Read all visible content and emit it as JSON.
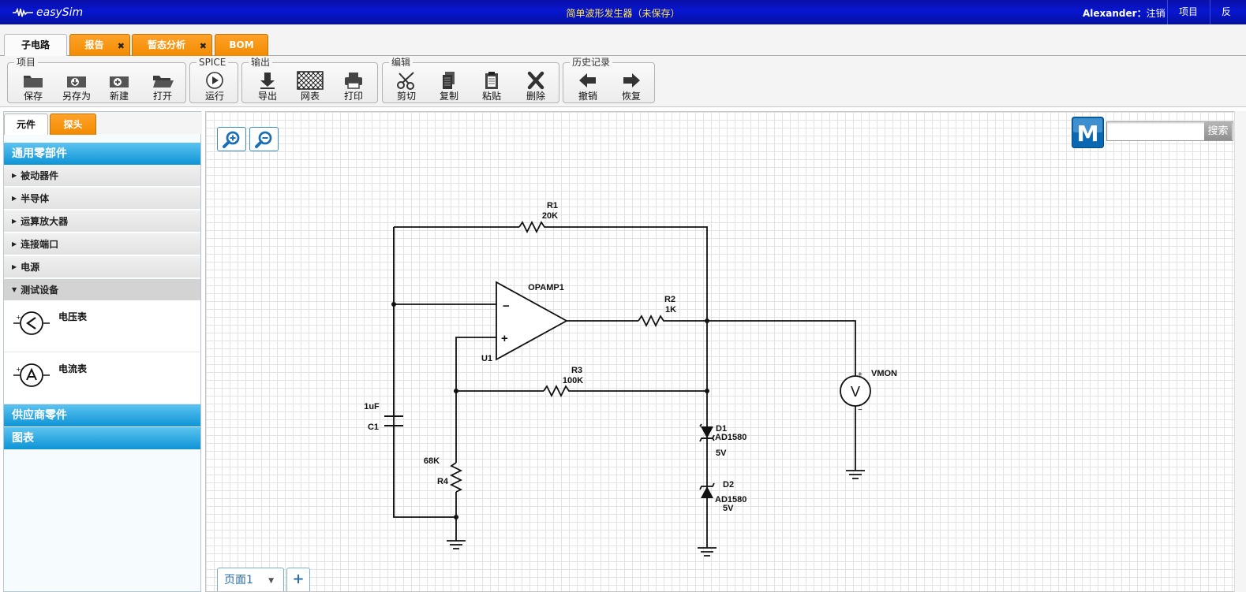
{
  "topbar": {
    "logo": "easySim",
    "title": "简单波形发生器（未保存）",
    "user": "Alexander",
    "separator": "：",
    "logout": "注销",
    "project_btn": "项目",
    "feedback_btn": "反馈"
  },
  "doc_tabs": [
    {
      "label": "子电路"
    },
    {
      "label": "报告"
    },
    {
      "label": "暂态分析"
    },
    {
      "label": "BOM"
    }
  ],
  "toolbar": {
    "groups": {
      "project": "项目",
      "spice": "SPICE",
      "output": "输出",
      "edit": "编辑",
      "history": "历史记录"
    },
    "buttons": {
      "save": "保存",
      "save_as": "另存为",
      "new": "新建",
      "open": "打开",
      "run": "运行",
      "export": "导出",
      "netlist": "网表",
      "print": "打印",
      "cut": "剪切",
      "copy": "复制",
      "paste": "粘贴",
      "delete": "删除",
      "undo": "撤销",
      "redo": "恢复"
    }
  },
  "left_panel": {
    "tabs": [
      "元件",
      "探头"
    ],
    "section_general": "通用零部件",
    "categories": [
      "被动器件",
      "半导体",
      "运算放大器",
      "连接端口",
      "电源",
      "测试设备"
    ],
    "parts": [
      "电压表",
      "电流表"
    ],
    "section_vendor": "供应商零件",
    "section_charts": "图表"
  },
  "canvas": {
    "search_button": "搜索",
    "search_value": "",
    "page_tab": "页面1",
    "add_page": "+",
    "mouser_letter": "M"
  },
  "schematic": {
    "r1_name": "R1",
    "r1_value": "20K",
    "r2_name": "R2",
    "r2_value": "1K",
    "r3_name": "R3",
    "r3_value": "100K",
    "r4_name": "R4",
    "r4_value": "68K",
    "c1_name": "C1",
    "c1_value": "1uF",
    "opamp_name": "OPAMP1",
    "opamp_ref": "U1",
    "opamp_minus": "−",
    "opamp_plus": "+",
    "d1_name": "D1",
    "d1_part": "AD1580",
    "d1_value": "5V",
    "d2_name": "D2",
    "d2_part": "AD1580",
    "d2_value": "5V",
    "vmon_name": "VMON",
    "vmon_symbol": "V",
    "vmon_plus": "+",
    "vmon_minus": "−"
  }
}
